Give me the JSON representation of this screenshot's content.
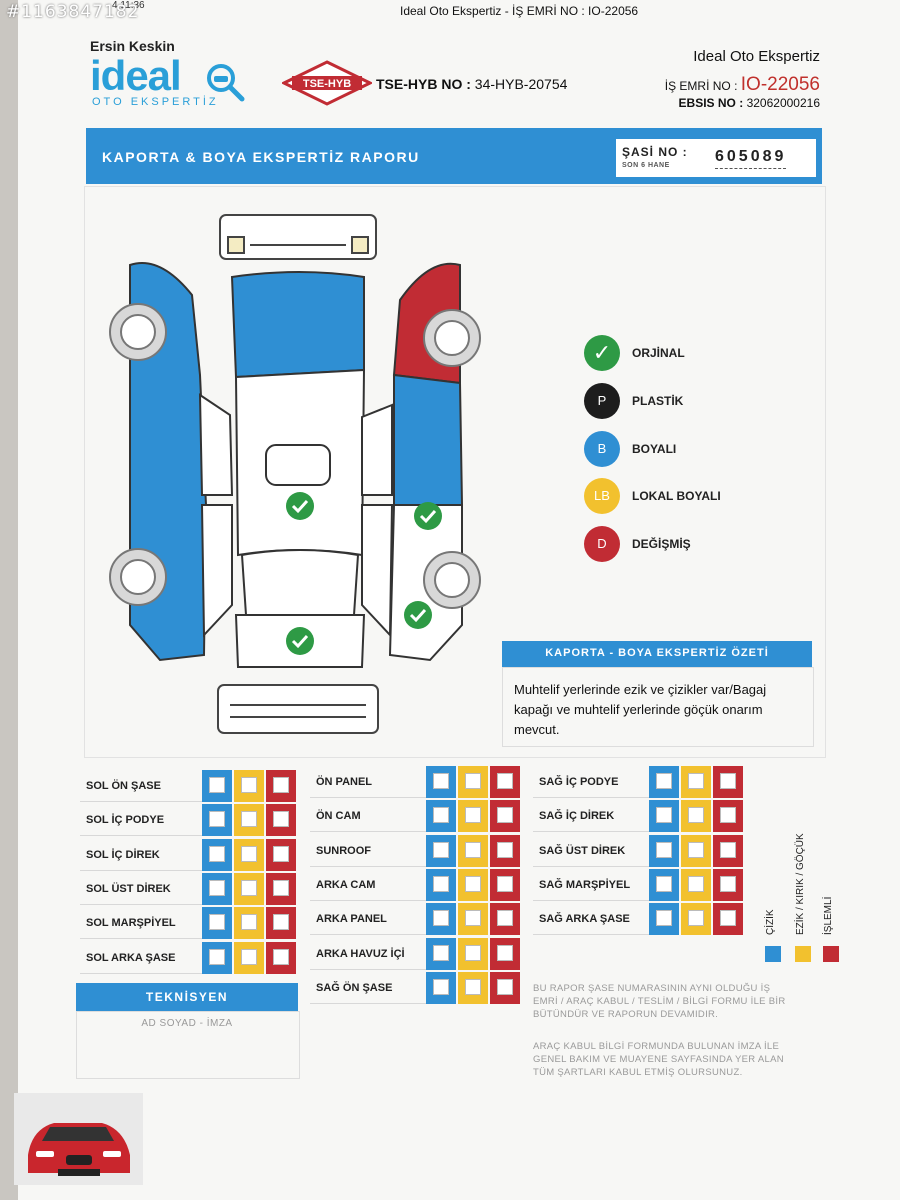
{
  "overlay": {
    "listing_id": "#1163847182",
    "timestamp": "4 11:36"
  },
  "header": {
    "top_title": "Ideal Oto Ekspertiz - İŞ EMRİ NO : IO-22056",
    "owner": "Ersin Keskin",
    "logo_text": "ideal",
    "logo_sub": "OTO EKSPERTİZ",
    "tse_logo": "TSE-HYB",
    "tse_label": "TSE-HYB NO :",
    "tse_value": "34-HYB-20754",
    "company": "Ideal Oto Ekspertiz",
    "is_emri_label": "İŞ EMRİ NO :",
    "is_emri_value": "IO-22056",
    "ebsis_label": "EBSIS NO :",
    "ebsis_value": "32062000216"
  },
  "report": {
    "title": "KAPORTA & BOYA EKSPERTİZ RAPORU",
    "sasi_label": "ŞASİ NO :",
    "sasi_sub": "SON 6 HANE",
    "sasi_value": "605089"
  },
  "legend": [
    {
      "symbol": "✓",
      "label": "ORJİNAL",
      "color": "#2e9a45"
    },
    {
      "symbol": "P",
      "label": "PLASTİK",
      "color": "#1d1d1d"
    },
    {
      "symbol": "B",
      "label": "BOYALI",
      "color": "#2f8fd3"
    },
    {
      "symbol": "LB",
      "label": "LOKAL BOYALI",
      "color": "#f2c12e"
    },
    {
      "symbol": "D",
      "label": "DEĞİŞMİŞ",
      "color": "#c12c34"
    }
  ],
  "diagram": {
    "colors": {
      "boyali": "#2f8fd3",
      "degismis": "#c12c34",
      "orjinal": "#2e9a45"
    }
  },
  "summary": {
    "title": "KAPORTA - BOYA EKSPERTİZ ÖZETİ",
    "text": "Muhtelif yerlerinde ezik ve çizikler var/Bagaj kapağı ve muhtelif yerlerinde göçük onarım mevcut."
  },
  "checklist": {
    "col1": [
      "SOL ÖN ŞASE",
      "SOL İÇ PODYE",
      "SOL İÇ DİREK",
      "SOL ÜST DİREK",
      "SOL MARŞPİYEL",
      "SOL ARKA ŞASE"
    ],
    "col2": [
      "ÖN PANEL",
      "ÖN CAM",
      "SUNROOF",
      "ARKA CAM",
      "ARKA PANEL",
      "ARKA HAVUZ İÇİ",
      "SAĞ ÖN ŞASE"
    ],
    "col3": [
      "SAĞ İÇ PODYE",
      "SAĞ İÇ DİREK",
      "SAĞ ÜST DİREK",
      "SAĞ MARŞPİYEL",
      "SAĞ ARKA ŞASE"
    ],
    "col_legend": [
      "ÇİZİK",
      "EZİK / KIRIK / GÖÇÜK",
      "İŞLEMLİ"
    ]
  },
  "technician": {
    "title": "TEKNİSYEN",
    "sub": "AD SOYAD - İMZA"
  },
  "notes": {
    "note1": "BU RAPOR ŞASE NUMARASININ AYNI OLDUĞU İŞ EMRİ / ARAÇ KABUL / TESLİM / BİLGİ FORMU İLE BİR BÜTÜNDÜR VE RAPORUN DEVAMIDIR.",
    "note2": "ARAÇ KABUL BİLGİ FORMUNDA BULUNAN İMZA İLE GENEL BAKIM VE MUAYENE SAYFASINDA YER ALAN TÜM ŞARTLARI KABUL ETMİŞ OLURSUNUZ."
  }
}
